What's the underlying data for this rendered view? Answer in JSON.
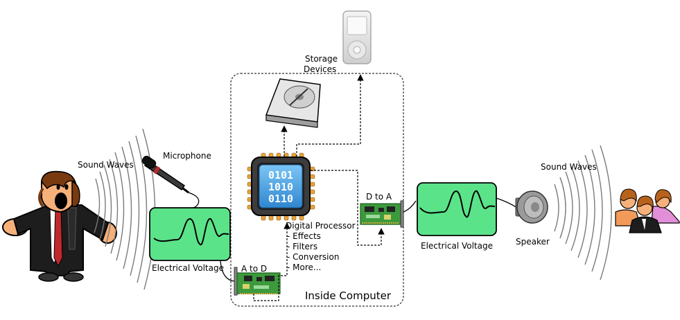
{
  "labels": {
    "sound_waves_left": "Sound Waves",
    "microphone": "Microphone",
    "voltage_left": "Electrical Voltage",
    "a_to_d": "A to D",
    "storage": [
      "Storage",
      "Devices"
    ],
    "d_to_a": "D to A",
    "processor_title": "Digital Processor",
    "processor_items": [
      "- Effects",
      "- Filters",
      "- Conversion",
      "- More..."
    ],
    "inside_computer": "Inside Computer",
    "voltage_right": "Electrical Voltage",
    "speaker": "Speaker",
    "sound_waves_right": "Sound Waves"
  },
  "chip_binary": [
    "0101",
    "1010",
    "0110"
  ],
  "colors": {
    "scope_green": "#5be38a",
    "board_green": "#3c9a3c",
    "chip_blue": "#4aa3e6",
    "waves_gray": "#7a7a7a"
  }
}
